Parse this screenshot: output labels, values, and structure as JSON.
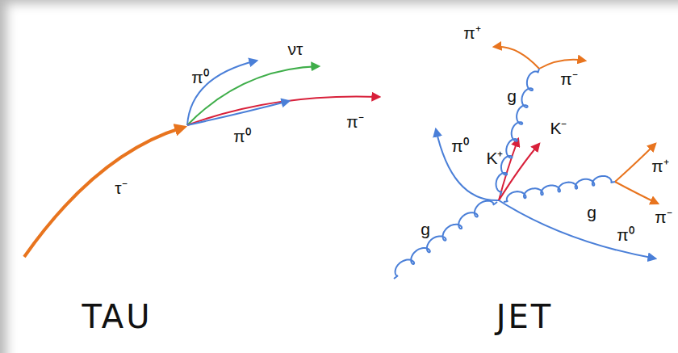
{
  "diagram": {
    "labels": [
      "τ⁻",
      "π⁰",
      "ντ",
      "π⁻",
      "π⁰",
      "TAU",
      "π⁺",
      "π⁻",
      "g",
      "π⁰",
      "K⁺",
      "K⁻",
      "π⁺",
      "g",
      "π⁻",
      "g",
      "π⁰",
      "JET"
    ]
  }
}
